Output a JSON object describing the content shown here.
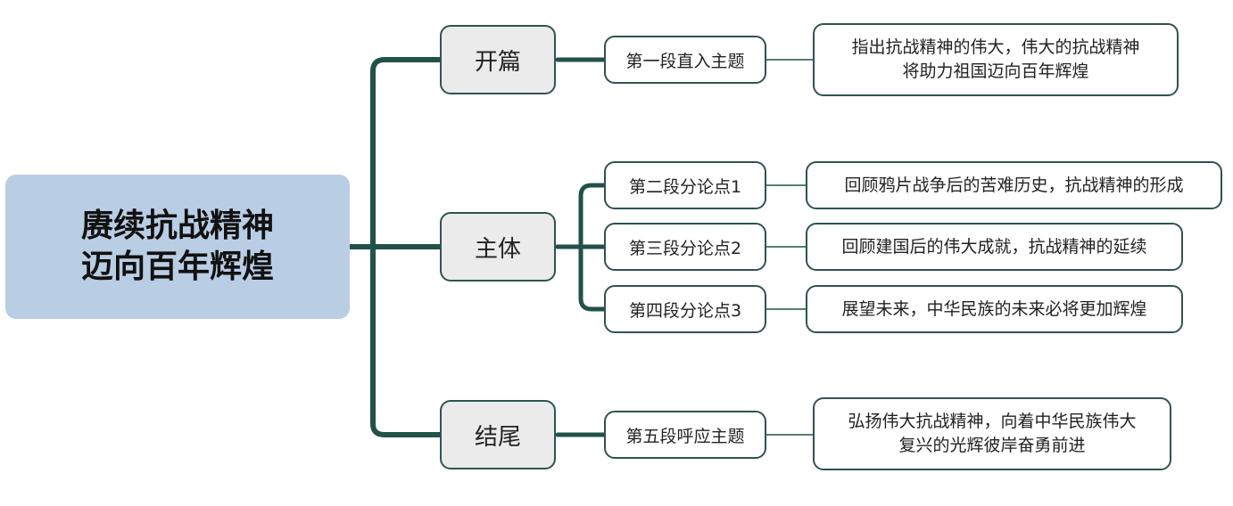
{
  "root": {
    "line1": "赓续抗战精神",
    "line2": "迈向百年辉煌"
  },
  "sections": {
    "opening": "开篇",
    "body": "主体",
    "ending": "结尾"
  },
  "paragraphs": {
    "p1": "第一段直入主题",
    "p2": "第二段分论点1",
    "p3": "第三段分论点2",
    "p4": "第四段分论点3",
    "p5": "第五段呼应主题"
  },
  "details": {
    "d1": {
      "line1": "指出抗战精神的伟大，伟大的抗战精神",
      "line2": "将助力祖国迈向百年辉煌"
    },
    "d2": "回顾鸦片战争后的苦难历史，抗战精神的形成",
    "d3": "回顾建国后的伟大成就，抗战精神的延续",
    "d4": "展望未来，中华民族的未来必将更加辉煌",
    "d5": {
      "line1": "弘扬伟大抗战精神，向着中华民族伟大",
      "line2": "复兴的光辉彼岸奋勇前进"
    }
  },
  "colors": {
    "root_fill": "#b9cde4",
    "section_fill": "#ebebeb",
    "connector": "#22514a",
    "border": "#2f5450"
  }
}
